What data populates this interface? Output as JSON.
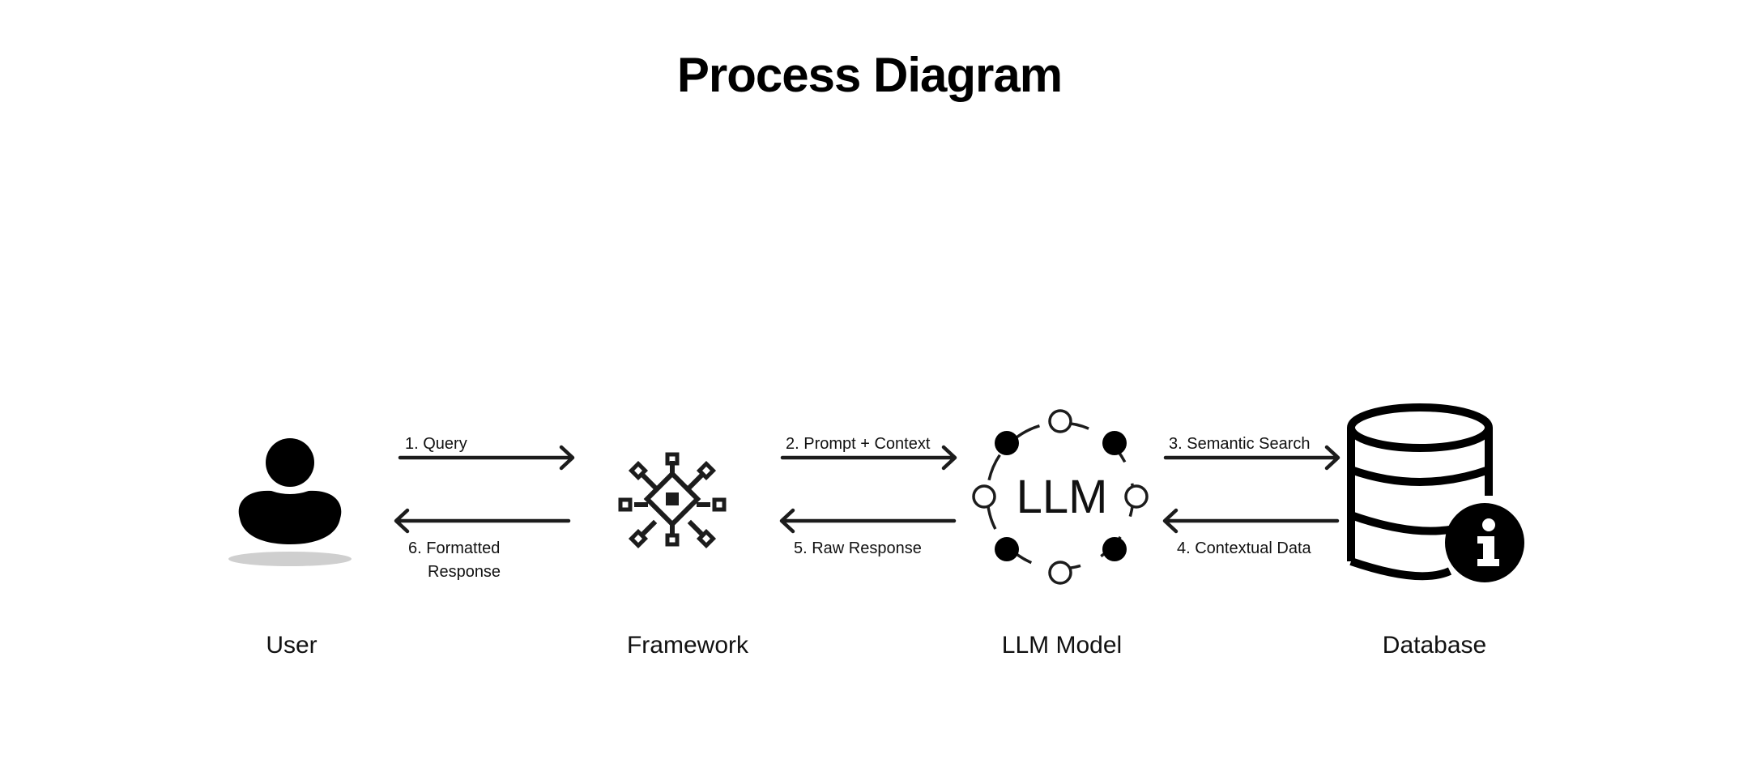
{
  "title": "Process Diagram",
  "nodes": {
    "user": {
      "label": "User",
      "icon": "user-icon"
    },
    "framework": {
      "label": "Framework",
      "icon": "framework-chip-icon"
    },
    "llm": {
      "label": "LLM Model",
      "icon": "llm-network-icon",
      "icon_text": "LLM"
    },
    "database": {
      "label": "Database",
      "icon": "database-info-icon"
    }
  },
  "edges": {
    "query": {
      "label": "1. Query"
    },
    "prompt_context": {
      "label": "2. Prompt + Context"
    },
    "semantic_search": {
      "label": "3. Semantic Search"
    },
    "contextual_data": {
      "label": "4. Contextual Data"
    },
    "raw_response": {
      "label": "5. Raw Response"
    },
    "formatted_response": {
      "line1": "6. Formatted",
      "line2": "Response"
    }
  },
  "colors": {
    "ink": "#111111",
    "shadow": "#cfcfcf",
    "background": "#ffffff"
  }
}
